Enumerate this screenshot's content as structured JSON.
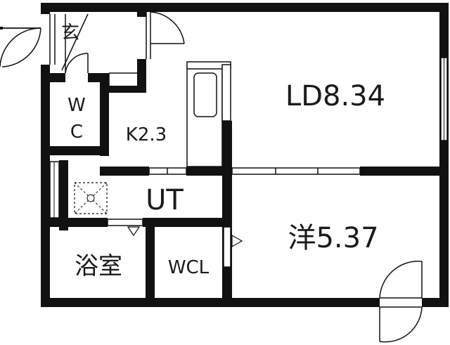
{
  "floorplan": {
    "rooms": {
      "entrance": "玄",
      "wc_top": "W",
      "wc_bottom": "C",
      "kitchen": "K2.3",
      "living_dining": "LD8.34",
      "utility": "UT",
      "bathroom": "浴室",
      "walk_in_closet": "WCL",
      "western_room": "洋5.37"
    }
  },
  "colors": {
    "wall": "#111111",
    "background": "#ffffff"
  }
}
